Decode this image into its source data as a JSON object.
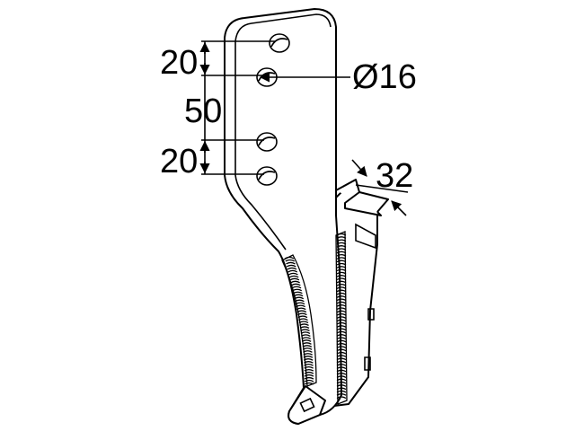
{
  "dimensions": {
    "top_spacing": "20",
    "middle_spacing": "50",
    "bottom_spacing": "20",
    "hole_diameter": "Ø16",
    "width": "32"
  }
}
